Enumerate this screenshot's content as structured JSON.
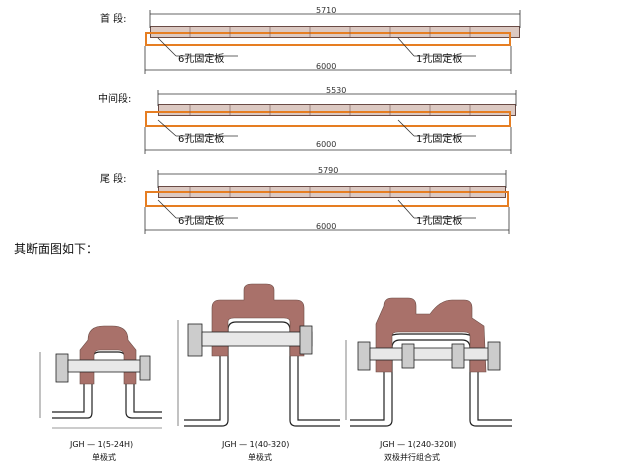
{
  "segments": [
    {
      "label": "首 段:",
      "top_dim": "5710",
      "bottom_dim": "6000",
      "left_note": "6孔固定板",
      "right_note": "1孔固定板"
    },
    {
      "label": "中间段:",
      "top_dim": "5530",
      "bottom_dim": "6000",
      "left_note": "6孔固定板",
      "right_note": "1孔固定板"
    },
    {
      "label": "尾 段:",
      "top_dim": "5790",
      "bottom_dim": "6000",
      "left_note": "6孔固定板",
      "right_note": "1孔固定板"
    }
  ],
  "section_heading": "其断面图如下：",
  "sections": [
    {
      "model": "JGH — 1(5-24H)",
      "type": "单极式"
    },
    {
      "model": "JGH — 1(40-320)",
      "type": "单极式"
    },
    {
      "model": "JGH — 1(240-320Ⅱ)",
      "type": "双极并行组合式"
    }
  ],
  "colors": {
    "conductor": "#a9716a",
    "plate": "#e67e22",
    "line": "#222222"
  }
}
